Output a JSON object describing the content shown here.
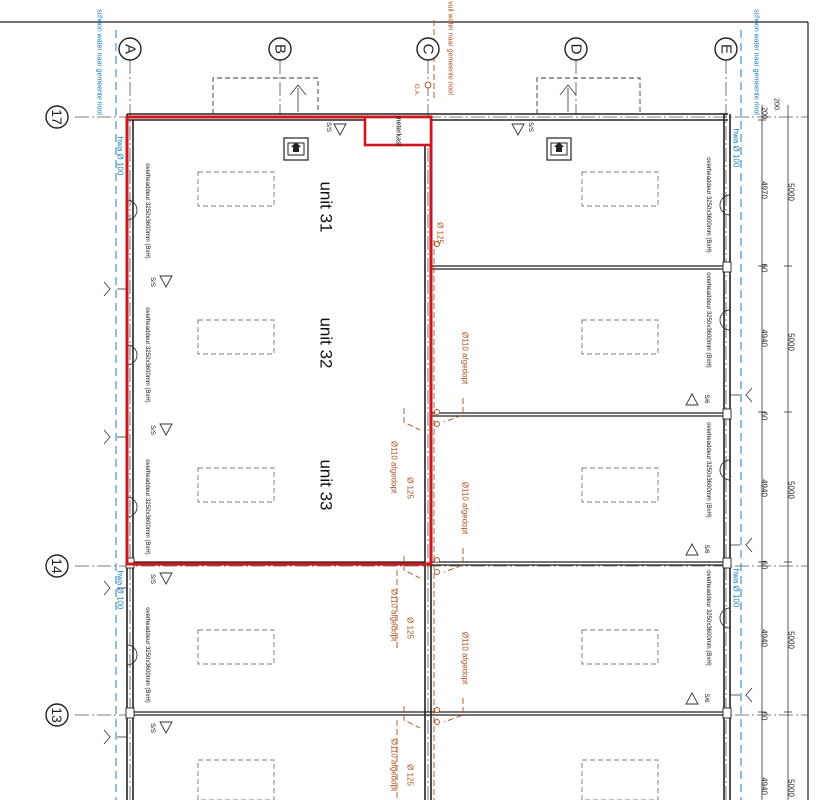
{
  "grid": {
    "columns": [
      "A",
      "B",
      "C",
      "D",
      "E"
    ],
    "rows": [
      "17",
      "14",
      "13"
    ]
  },
  "units": {
    "u31": "unit 31",
    "u32": "unit 32",
    "u33": "unit 33"
  },
  "labels": {
    "clean_water": "schoon water naar gemeente riool",
    "waste_water": "vuil water naar gemeente riool",
    "meterkast": "meterkast",
    "overhead_door": "overheaddeur 3250x3600mm (BxH)",
    "hwa": "hwa Ø 100",
    "pipe_125": "Ø 125",
    "pipe_110": "Ø110 afgedopt",
    "ss": "S/S",
    "s6": "S/6",
    "oa": "O.A."
  },
  "dimensions": {
    "d1": "200",
    "d2": "200",
    "spans": [
      "4970",
      "5000",
      "60",
      "4940",
      "5000",
      "60",
      "4940",
      "5000",
      "60",
      "4940",
      "5000",
      "60",
      "4940",
      "5000"
    ]
  },
  "colors": {
    "highlight": "#d0151c",
    "drain": "#b0501e",
    "water": "#1a7fc0",
    "line": "#222222"
  }
}
